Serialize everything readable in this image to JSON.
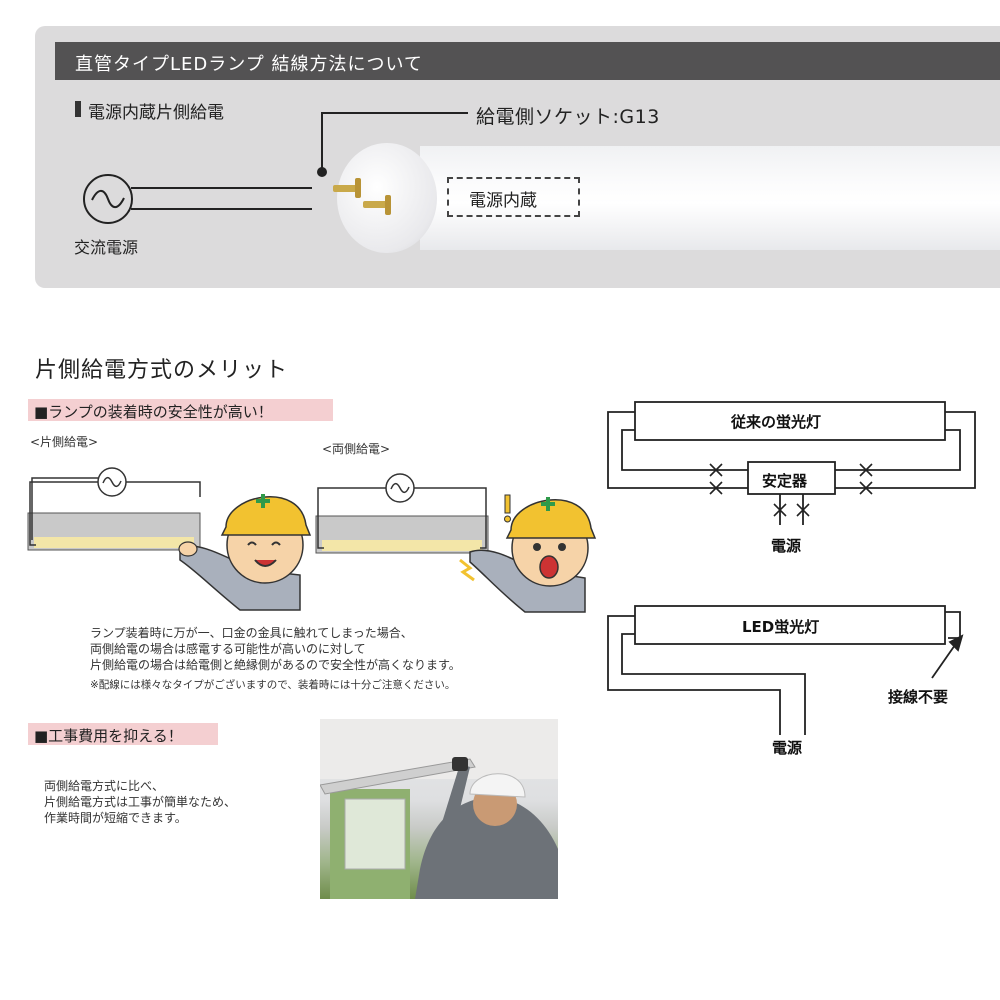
{
  "header": {
    "title": "直管タイプLEDランプ 結線方法について"
  },
  "wiring": {
    "subtitle": "電源内蔵片側給電",
    "socket_label": "給電側ソケット:G13",
    "builtin_label": "電源内蔵",
    "ac_label": "交流電源"
  },
  "merit": {
    "title": "片側給電方式のメリット",
    "safety": {
      "heading": "■ランプの装着時の安全性が高い！",
      "single_label": "<片側給電>",
      "double_label": "<両側給電>",
      "lines": [
        "ランプ装着時に万が一、口金の金具に触れてしまった場合、",
        "両側給電の場合は感電する可能性が高いのに対して",
        "片側給電の場合は給電側と絶縁側があるので安全性が高くなります。"
      ],
      "note": "※配線には様々なタイプがございますので、装着時には十分ご注意ください。"
    },
    "cost": {
      "heading": "■工事費用を抑える！",
      "lines": [
        "両側給電方式に比べ、",
        "片側給電方式は工事が簡単なため、",
        "作業時間が短縮できます。"
      ]
    }
  },
  "diagrams": {
    "conventional": {
      "tube_label": "従来の蛍光灯",
      "ballast_label": "安定器",
      "power_label": "電源"
    },
    "led": {
      "tube_label": "LED蛍光灯",
      "no_wiring_label": "接線不要",
      "power_label": "電源"
    }
  },
  "colors": {
    "header_bg": "#535253",
    "panel_bg": "#dcdbdc",
    "heading_highlight": "#f4cfd1",
    "helmet": "#f2c230"
  }
}
